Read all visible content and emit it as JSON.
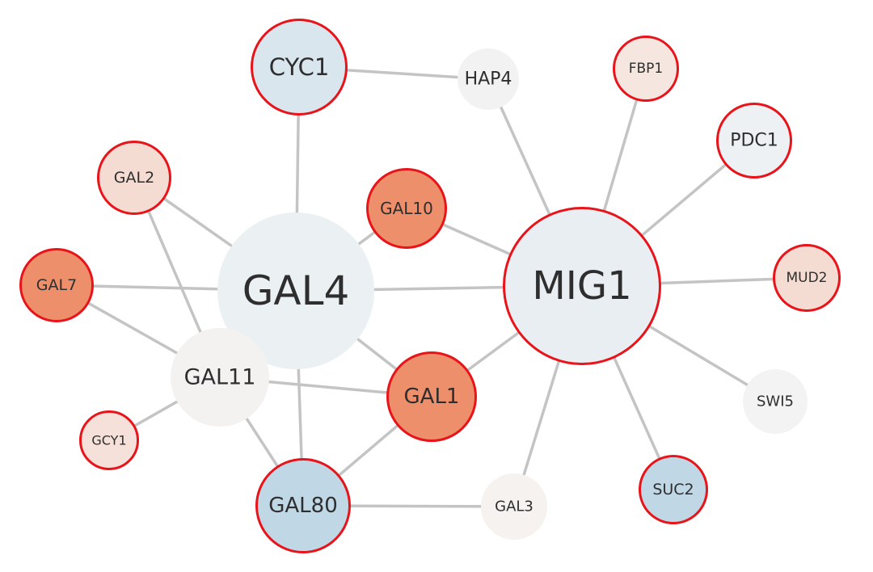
{
  "colors": {
    "highlight_ring": "#e8141a",
    "edge": "#c4c4c4",
    "label": "#2e2e2e",
    "strong_up": "#ee8f6c",
    "mild_up": "#f4dcd3",
    "neutral": "#f3f3f3",
    "mild_down": "#e9eef2",
    "down": "#d9e6ee",
    "strong_down": "#c0d8e6"
  },
  "nodes": [
    {
      "id": "GAL4",
      "label": "GAL4",
      "fill": "#ebf0f3",
      "highlighted": false
    },
    {
      "id": "MIG1",
      "label": "MIG1",
      "fill": "#e9eef2",
      "highlighted": true
    },
    {
      "id": "CYC1",
      "label": "CYC1",
      "fill": "#d9e6ee",
      "highlighted": true
    },
    {
      "id": "HAP4",
      "label": "HAP4",
      "fill": "#f2f2f3",
      "highlighted": false
    },
    {
      "id": "FBP1",
      "label": "FBP1",
      "fill": "#f6e6e0",
      "highlighted": true
    },
    {
      "id": "PDC1",
      "label": "PDC1",
      "fill": "#edf1f4",
      "highlighted": true
    },
    {
      "id": "GAL2",
      "label": "GAL2",
      "fill": "#f4dcd3",
      "highlighted": true
    },
    {
      "id": "GAL10",
      "label": "GAL10",
      "fill": "#ee8f6c",
      "highlighted": true
    },
    {
      "id": "GAL7",
      "label": "GAL7",
      "fill": "#ee8f6c",
      "highlighted": true
    },
    {
      "id": "MUD2",
      "label": "MUD2",
      "fill": "#f4dcd3",
      "highlighted": true
    },
    {
      "id": "GAL11",
      "label": "GAL11",
      "fill": "#f4f2f1",
      "highlighted": false
    },
    {
      "id": "GAL1",
      "label": "GAL1",
      "fill": "#ee8f6c",
      "highlighted": true
    },
    {
      "id": "SWI5",
      "label": "SWI5",
      "fill": "#f3f3f3",
      "highlighted": false
    },
    {
      "id": "GCY1",
      "label": "GCY1",
      "fill": "#f5e1da",
      "highlighted": true
    },
    {
      "id": "GAL80",
      "label": "GAL80",
      "fill": "#c0d8e6",
      "highlighted": true
    },
    {
      "id": "GAL3",
      "label": "GAL3",
      "fill": "#f5f2f0",
      "highlighted": false
    },
    {
      "id": "SUC2",
      "label": "SUC2",
      "fill": "#c0d8e6",
      "highlighted": true
    }
  ],
  "edges": [
    [
      "CYC1",
      "HAP4"
    ],
    [
      "CYC1",
      "GAL4"
    ],
    [
      "HAP4",
      "MIG1"
    ],
    [
      "FBP1",
      "MIG1"
    ],
    [
      "PDC1",
      "MIG1"
    ],
    [
      "MUD2",
      "MIG1"
    ],
    [
      "SWI5",
      "MIG1"
    ],
    [
      "SUC2",
      "MIG1"
    ],
    [
      "GAL3",
      "MIG1"
    ],
    [
      "GAL1",
      "MIG1"
    ],
    [
      "GAL10",
      "MIG1"
    ],
    [
      "GAL4",
      "MIG1"
    ],
    [
      "GAL2",
      "GAL4"
    ],
    [
      "GAL2",
      "GAL11"
    ],
    [
      "GAL7",
      "GAL4"
    ],
    [
      "GAL7",
      "GAL11"
    ],
    [
      "GAL10",
      "GAL4"
    ],
    [
      "GAL1",
      "GAL4"
    ],
    [
      "GAL11",
      "GAL1"
    ],
    [
      "GAL11",
      "GCY1"
    ],
    [
      "GAL11",
      "GAL80"
    ],
    [
      "GAL4",
      "GAL80"
    ],
    [
      "GAL1",
      "GAL80"
    ],
    [
      "GAL80",
      "GAL3"
    ]
  ]
}
